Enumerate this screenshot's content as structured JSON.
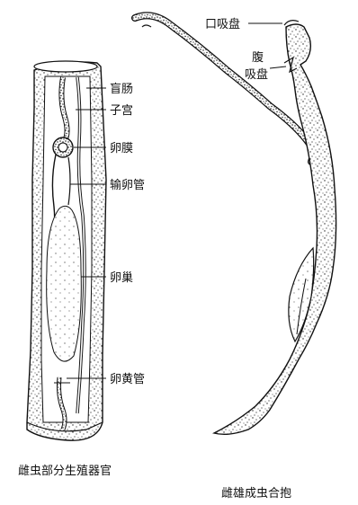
{
  "figure": {
    "female_section": {
      "caption": "雌虫部分生殖器官",
      "labels": {
        "cecum": "盲肠",
        "uterus": "子宫",
        "ootype": "卵膜",
        "oviduct": "输卵管",
        "ovary": "卵巢",
        "vitelline_duct": "卵黄管"
      }
    },
    "pair_section": {
      "caption": "雌雄成虫合抱",
      "labels": {
        "oral_sucker": "口吸盘",
        "ventral_sucker_line1": "腹",
        "ventral_sucker_line2": "吸盘"
      }
    }
  },
  "colors": {
    "ink": "#111111",
    "paper": "#ffffff"
  }
}
